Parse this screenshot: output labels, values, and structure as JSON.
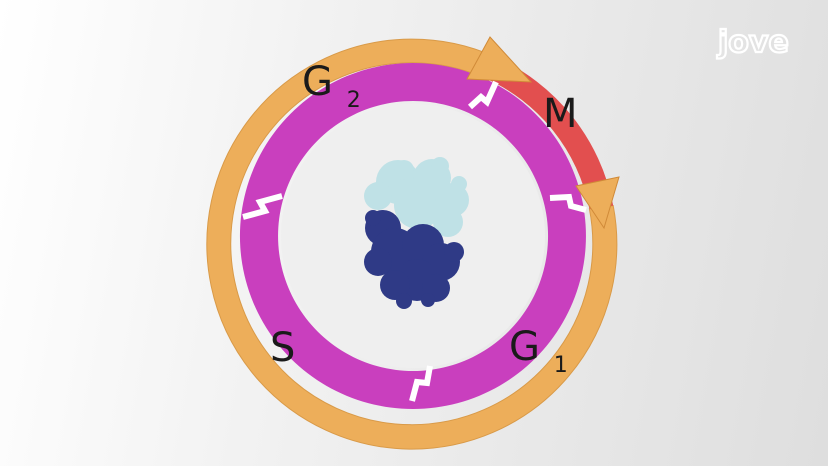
{
  "logo": {
    "text": "jove"
  },
  "cell_cycle": {
    "phases": [
      {
        "name": "G",
        "subscript": "2"
      },
      {
        "name": "M",
        "subscript": ""
      },
      {
        "name": "G",
        "subscript": "1"
      },
      {
        "name": "S",
        "subscript": ""
      }
    ]
  },
  "colors": {
    "outer_ring": "#EDAE5A",
    "inner_ring": "#C93FBE",
    "m_phase": "#E24F4F",
    "protein_light": "#BFE1E6",
    "protein_dark": "#2F3A86",
    "inner_background": "#EFEFEF"
  },
  "icons": [
    "jove-logo",
    "protein-structure-icon"
  ]
}
